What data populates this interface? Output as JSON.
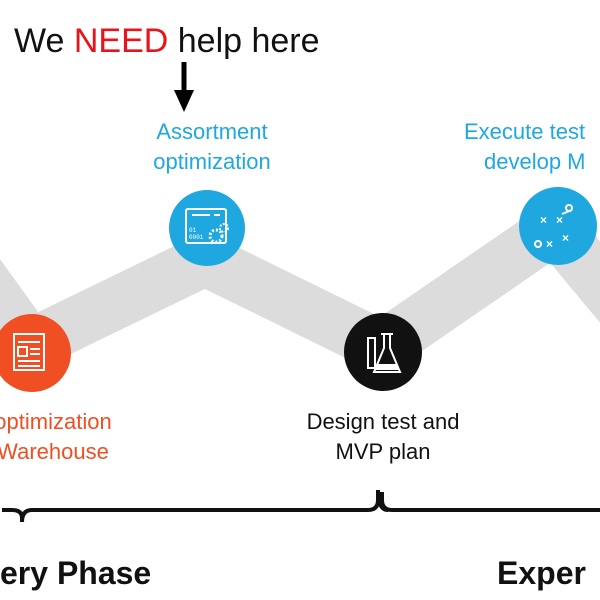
{
  "callout": {
    "prefix": "We ",
    "highlight": "NEED",
    "suffix": " help here"
  },
  "steps": [
    {
      "line1": "optimization",
      "line2": "Warehouse",
      "color": "#f04e23",
      "icon": "report-document-icon"
    },
    {
      "line1": "Assortment",
      "line2": "optimization",
      "color": "#1fa8df",
      "icon": "data-settings-icon"
    },
    {
      "line1": "Design test and",
      "line2": "MVP plan",
      "color": "#111111",
      "icon": "lab-flask-icon"
    },
    {
      "line1": "Execute test",
      "line2": "develop M",
      "color": "#1fa8df",
      "icon": "strategy-play-icon"
    }
  ],
  "phases": [
    {
      "label": "ery Phase"
    },
    {
      "label": "Exper"
    }
  ],
  "colors": {
    "band": "#dcdcdc",
    "blue": "#1fa8df",
    "orange": "#f04e23",
    "dark": "#111111",
    "highlight": "#e8141b"
  }
}
